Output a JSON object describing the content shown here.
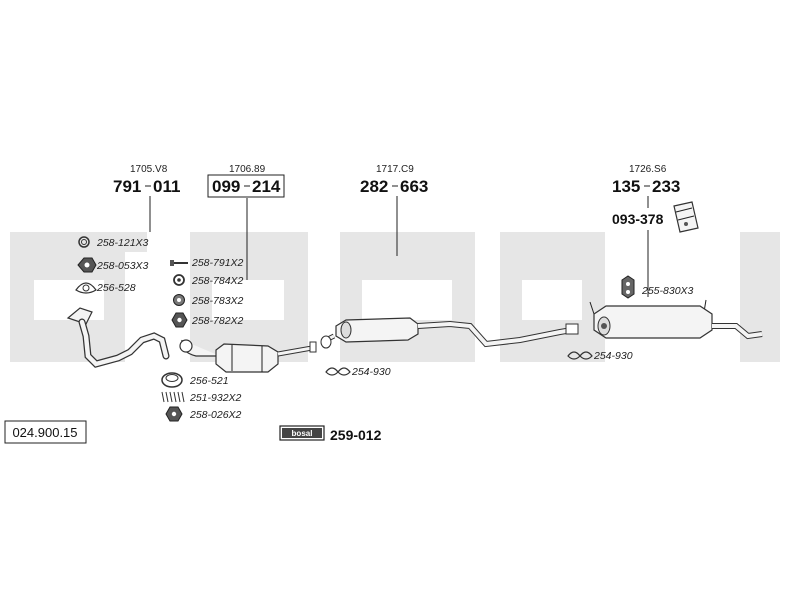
{
  "watermark": "bosal",
  "document_number": "024.900.15",
  "assemblies": [
    {
      "ref": "1705.V8",
      "part": "791-011",
      "left": "791",
      "right": "011"
    },
    {
      "ref": "1706.89",
      "part": "099-214",
      "left": "099",
      "right": "214"
    },
    {
      "ref": "1717.C9",
      "part": "282-663",
      "left": "282",
      "right": "663"
    },
    {
      "ref": "1726.S6",
      "part": "135-233",
      "left": "135",
      "right": "233"
    }
  ],
  "bracket_part": "093-378",
  "small_parts": {
    "p258_121": "258-121X3",
    "p258_053": "258-053X3",
    "p256_528": "256-528",
    "p258_791": "258-791X2",
    "p258_784": "258-784X2",
    "p258_783": "258-783X2",
    "p258_782": "258-782X2",
    "p256_521": "256-521",
    "p251_932": "251-932X2",
    "p258_026": "258-026X2",
    "p254_930_a": "254-930",
    "p254_930_b": "254-930",
    "p255_830": "255-830X3"
  },
  "kit": {
    "logo": "bosal",
    "part": "259-012"
  }
}
